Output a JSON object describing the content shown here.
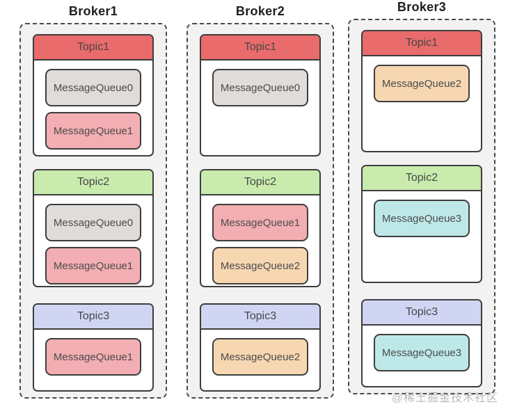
{
  "watermark": "@稀土掘金技术社区",
  "colors": {
    "canvas_bg": "#ffffff",
    "broker_bg": "#f2f2f2",
    "dash_border": "#4a4a4a",
    "box_border": "#3d3d3d",
    "topic_red": "#e96b6b",
    "topic_green": "#c9ebad",
    "topic_lavender": "#d1d5f4",
    "queue_gray": "#dfdcda",
    "queue_pink": "#f2aeb2",
    "queue_orange": "#f6d7b2",
    "queue_cyan": "#bee8e8"
  },
  "brokers": [
    {
      "name": "Broker1",
      "topics": [
        {
          "label": "Topic1",
          "header_color": "topic_red",
          "queues": [
            {
              "label": "MessageQueue0",
              "color": "queue_gray"
            },
            {
              "label": "MessageQueue1",
              "color": "queue_pink"
            }
          ]
        },
        {
          "label": "Topic2",
          "header_color": "topic_green",
          "queues": [
            {
              "label": "MessageQueue0",
              "color": "queue_gray"
            },
            {
              "label": "MessageQueue1",
              "color": "queue_pink"
            }
          ]
        },
        {
          "label": "Topic3",
          "header_color": "topic_lavender",
          "queues": [
            {
              "label": "MessageQueue1",
              "color": "queue_pink"
            }
          ]
        }
      ]
    },
    {
      "name": "Broker2",
      "topics": [
        {
          "label": "Topic1",
          "header_color": "topic_red",
          "queues": [
            {
              "label": "MessageQueue0",
              "color": "queue_gray"
            }
          ]
        },
        {
          "label": "Topic2",
          "header_color": "topic_green",
          "queues": [
            {
              "label": "MessageQueue1",
              "color": "queue_pink"
            },
            {
              "label": "MessageQueue2",
              "color": "queue_orange"
            }
          ]
        },
        {
          "label": "Topic3",
          "header_color": "topic_lavender",
          "queues": [
            {
              "label": "MessageQueue2",
              "color": "queue_orange"
            }
          ]
        }
      ]
    },
    {
      "name": "Broker3",
      "topics": [
        {
          "label": "Topic1",
          "header_color": "topic_red",
          "queues": [
            {
              "label": "MessageQueue2",
              "color": "queue_orange"
            }
          ]
        },
        {
          "label": "Topic2",
          "header_color": "topic_green",
          "queues": [
            {
              "label": "MessageQueue3",
              "color": "queue_cyan"
            }
          ]
        },
        {
          "label": "Topic3",
          "header_color": "topic_lavender",
          "queues": [
            {
              "label": "MessageQueue3",
              "color": "queue_cyan"
            }
          ]
        }
      ]
    }
  ]
}
